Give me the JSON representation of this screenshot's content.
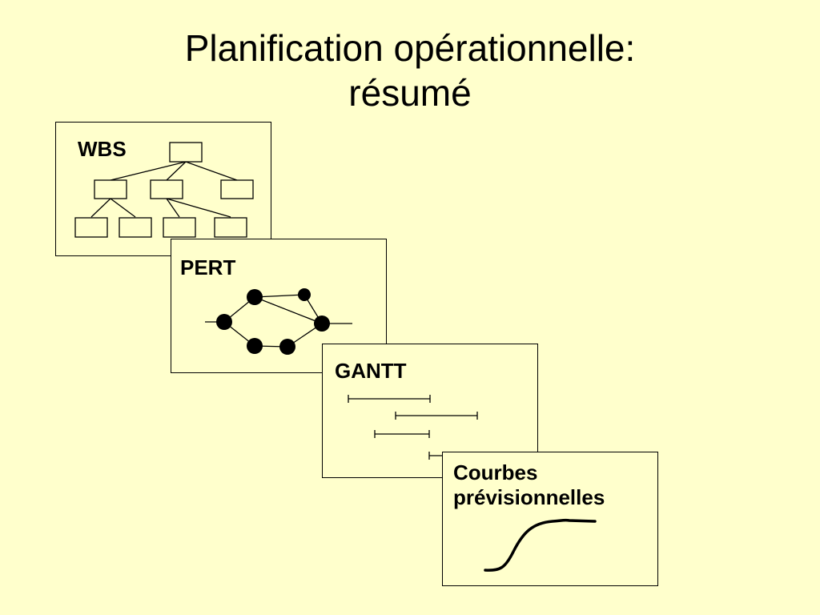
{
  "slide": {
    "title_line1": "Planification opérationnelle:",
    "title_line2": "résumé"
  },
  "cards": {
    "wbs": {
      "label": "WBS"
    },
    "pert": {
      "label": "PERT"
    },
    "gantt": {
      "label": "GANTT"
    },
    "curves": {
      "label_line1": "Courbes",
      "label_line2": "prévisionnelles"
    }
  },
  "colors": {
    "background": "#ffffcc",
    "ink": "#000000"
  }
}
